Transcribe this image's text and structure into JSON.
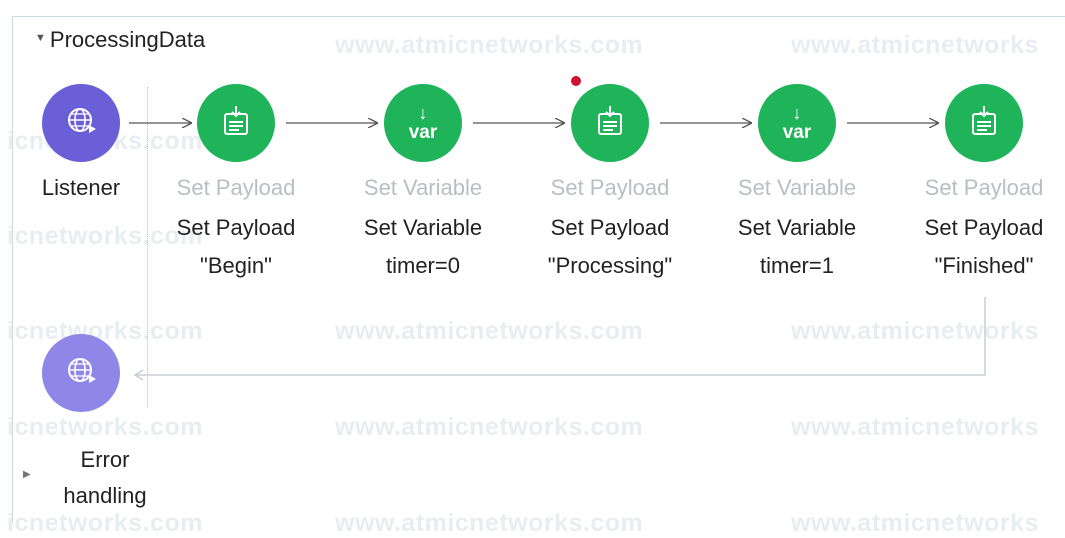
{
  "flow": {
    "title": "ProcessingData"
  },
  "watermark": {
    "text_full": "www.atmicnetworks.com",
    "text_partial_left": "icnetworks.com",
    "text_partial_right": "www.atmicnetworks"
  },
  "source": {
    "label": "Listener",
    "icon": "globe-icon"
  },
  "steps": [
    {
      "type": "Set Payload",
      "name": "Set Payload",
      "detail": "\"Begin\"",
      "icon": "payload-icon"
    },
    {
      "type": "Set Variable",
      "name": "Set Variable",
      "detail": "timer=0",
      "icon": "var-icon",
      "icon_text": "var"
    },
    {
      "type": "Set Payload",
      "name": "Set Payload",
      "detail": "\"Processing\"",
      "icon": "payload-icon",
      "breakpoint": true
    },
    {
      "type": "Set Variable",
      "name": "Set Variable",
      "detail": "timer=1",
      "icon": "var-icon",
      "icon_text": "var"
    },
    {
      "type": "Set Payload",
      "name": "Set Payload",
      "detail": "\"Finished\"",
      "icon": "payload-icon"
    }
  ],
  "response": {
    "icon": "globe-icon"
  },
  "error_handling": {
    "line1": "Error",
    "line2": "handling"
  },
  "colors": {
    "processor_green": "#1fb45a",
    "listener_purple": "#6b5fd8",
    "response_purple": "#8f87e8",
    "breakpoint_red": "#d0122e"
  }
}
